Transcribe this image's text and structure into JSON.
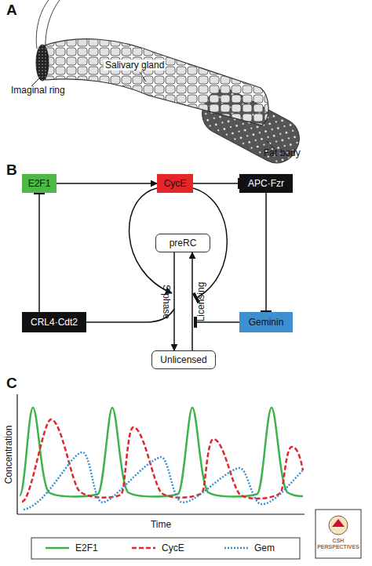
{
  "diagram": {
    "nodes": [
      {
        "text": [
          "E2F1"
        ]
      },
      {
        "text": [
          "CycE"
        ]
      },
      {
        "text": [
          "APC·Fzr"
        ]
      },
      {
        "text": [
          "preRC"
        ]
      },
      {
        "text": [
          "CRL4·Cdt2"
        ]
      },
      {
        "text": [
          "Geminin"
        ]
      },
      {
        "text": [
          "Unlicensed"
        ]
      }
    ],
    "edges": [
      {
        "from": 0,
        "to": 1,
        "arrow": "to"
      },
      {
        "from": 1,
        "to": 2,
        "arrow": "to"
      },
      {
        "from": 2,
        "to": 5,
        "arrow": "to"
      },
      {
        "from": 4,
        "to": 0,
        "arrow": "to"
      },
      {
        "from": 3,
        "to": 6,
        "label": "S phase",
        "arrow": "to"
      },
      {
        "from": 6,
        "to": 3,
        "label": "Licensing",
        "arrow": "to"
      }
    ],
    "labels": [
      "A",
      "Imaginal ring",
      "Salivary gland",
      "Fat body",
      "B",
      "C",
      "Concentration",
      "Time",
      "CSH PERSPECTIVES"
    ],
    "legend": [
      {
        "text": "E2F1"
      },
      {
        "text": "CycE"
      },
      {
        "text": "Gem"
      }
    ]
  }
}
